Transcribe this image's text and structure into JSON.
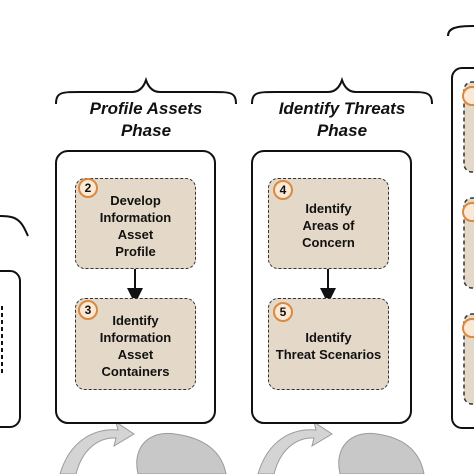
{
  "diagram": {
    "phases": [
      {
        "title_line1": "Profile Assets",
        "title_line2": "Phase",
        "steps": [
          {
            "number": "2",
            "line1": "Develop",
            "line2": "Information Asset",
            "line3": "Profile"
          },
          {
            "number": "3",
            "line1": "Identify",
            "line2": "Information Asset",
            "line3": "Containers"
          }
        ]
      },
      {
        "title_line1": "Identify Threats",
        "title_line2": "Phase",
        "steps": [
          {
            "number": "4",
            "line1": "Identify",
            "line2": "Areas of Concern"
          },
          {
            "number": "5",
            "line1": "Identify",
            "line2": "Threat Scenarios"
          }
        ]
      }
    ],
    "colors": {
      "step_fill": "#e4d9c8",
      "badge_border": "#d98a40",
      "badge_fill": "#fbe8d5",
      "panel_border": "#111111",
      "connector_arrow": "#cfcfcf"
    }
  }
}
